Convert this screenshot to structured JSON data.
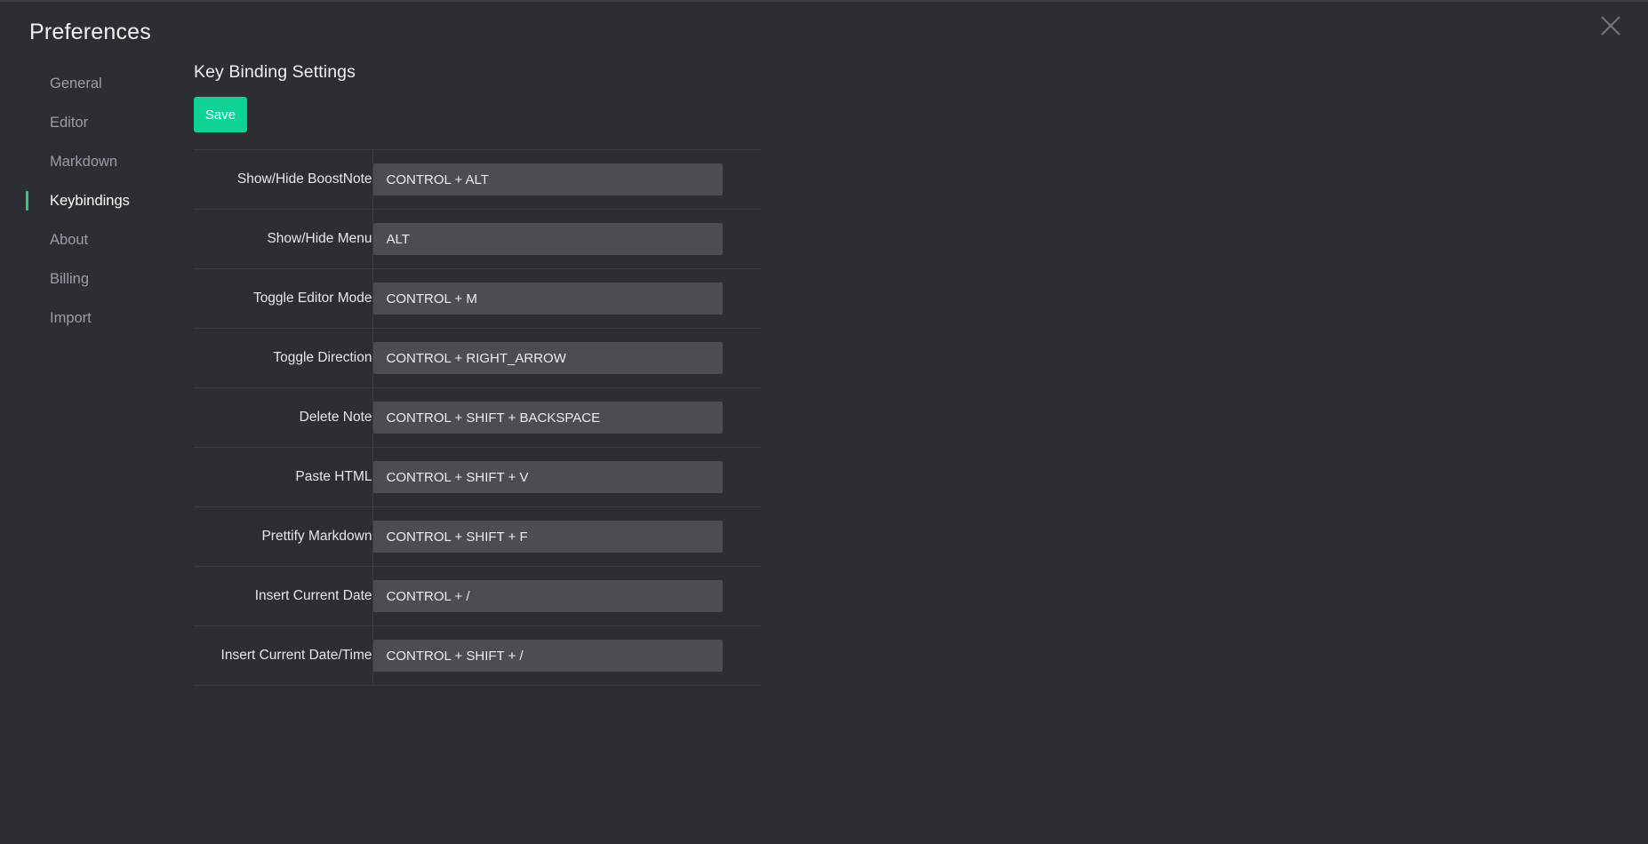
{
  "window": {
    "title": "Preferences",
    "close_icon": "close-icon"
  },
  "sidebar": {
    "items": [
      {
        "label": "General",
        "active": false
      },
      {
        "label": "Editor",
        "active": false
      },
      {
        "label": "Markdown",
        "active": false
      },
      {
        "label": "Keybindings",
        "active": true
      },
      {
        "label": "About",
        "active": false
      },
      {
        "label": "Billing",
        "active": false
      },
      {
        "label": "Import",
        "active": false
      }
    ],
    "active_indicator_color": "#21d284"
  },
  "main": {
    "section_title": "Key Binding Settings",
    "save_label": "Save",
    "save_color": "#0ed396",
    "bindings": [
      {
        "action": "Show/Hide BoostNote",
        "keys": "CONTROL + ALT"
      },
      {
        "action": "Show/Hide Menu",
        "keys": "ALT"
      },
      {
        "action": "Toggle Editor Mode",
        "keys": "CONTROL + M"
      },
      {
        "action": "Toggle Direction",
        "keys": "CONTROL + RIGHT_ARROW"
      },
      {
        "action": "Delete Note",
        "keys": "CONTROL + SHIFT + BACKSPACE"
      },
      {
        "action": "Paste HTML",
        "keys": "CONTROL + SHIFT + V"
      },
      {
        "action": "Prettify Markdown",
        "keys": "CONTROL + SHIFT + F"
      },
      {
        "action": "Insert Current Date",
        "keys": "CONTROL + /"
      },
      {
        "action": "Insert Current Date/Time",
        "keys": "CONTROL + SHIFT + /"
      }
    ]
  },
  "theme": {
    "background": "#2c2e33",
    "input_background": "#4a4d52",
    "border": "#393c42",
    "text": "#e6e8ea",
    "muted_text": "#9a9ea5"
  }
}
